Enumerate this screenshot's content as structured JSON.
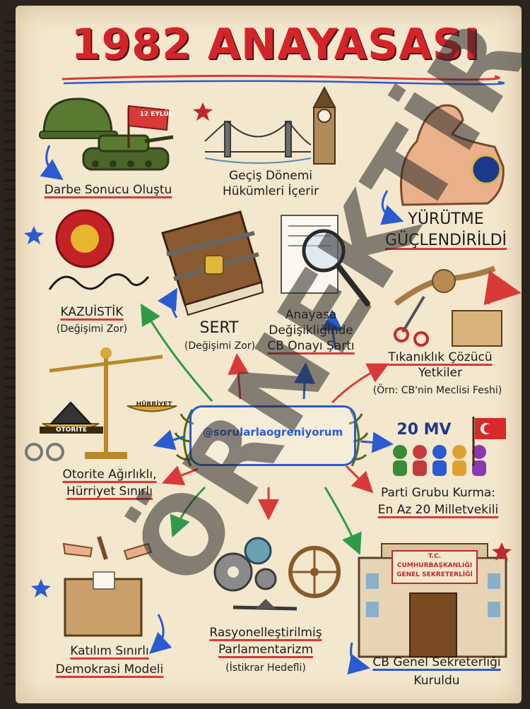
{
  "title": "1982 ANAYASASI",
  "watermark": "ÖRNEKTİR",
  "handle": "@sorularlaogreniyorum",
  "nodes": {
    "darbe": "Darbe Sonucu Oluştu",
    "gecis_1": "Geçiş Dönemi",
    "gecis_2": "Hükümleri İçerir",
    "yurutme_1": "YÜRÜTME",
    "yurutme_2": "GÜÇLENDİRİLDİ",
    "kazuistik": "KAZUİSTİK",
    "kazuistik_sub": "(Değişimi Zor)",
    "sert": "SERT",
    "sert_sub": "(Değişimi Zor)",
    "anayasa_1": "Anayasa",
    "anayasa_2": "Değişikliğinde",
    "anayasa_3": "CB Onayı Şartı",
    "tikaniklik_1": "Tıkanıklık Çözücü",
    "tikaniklik_2": "Yetkiler",
    "tikaniklik_sub": "(Örn: CB'nin Meclisi Feshi)",
    "otorite_1": "Otorite Ağırlıklı,",
    "otorite_2": "Hürriyet Sınırlı",
    "parti_1": "Parti Grubu Kurma:",
    "parti_2": "En Az 20 Milletvekili",
    "mv": "20 MV",
    "katilim_1": "Katılım Sınırlı",
    "katilim_2": "Demokrasi Modeli",
    "rasyonel_1": "Rasyonelleştirilmiş",
    "rasyonel_2": "Parlamentarizm",
    "rasyonel_sub": "(İstikrar Hedefli)",
    "cb_1": "CB Genel Sekreterliği",
    "cb_2": "Kuruldu"
  },
  "illustration_text": {
    "flag_date": "12 EYLÜL",
    "scale_left": "OTORİTE",
    "scale_right": "HÜRRİYET",
    "building_1": "T.C.",
    "building_2": "CUMHURBAŞKANLIĞI",
    "building_3": "GENEL SEKRETERLİĞİ"
  },
  "colors": {
    "title": "#d4242a",
    "red": "#d83a3a",
    "blue": "#2b5bd0",
    "green": "#2e9a4a",
    "paper": "#f3e7cd"
  },
  "icons": [
    "helmet-icon",
    "tank-icon",
    "flag-icon",
    "bridge-icon",
    "clock-tower-icon",
    "flexed-arm-icon",
    "presidential-seal-icon",
    "signature-icon",
    "chained-book-icon",
    "magnifier-icon",
    "knot-scissors-icon",
    "ballot-box-icon",
    "balance-scale-icon",
    "handcuffs-icon",
    "laurel-wreath-icon",
    "crowd-icon",
    "turkish-flag-icon",
    "hands-icon",
    "gears-icon",
    "wheel-icon",
    "building-icon",
    "star-icon"
  ]
}
